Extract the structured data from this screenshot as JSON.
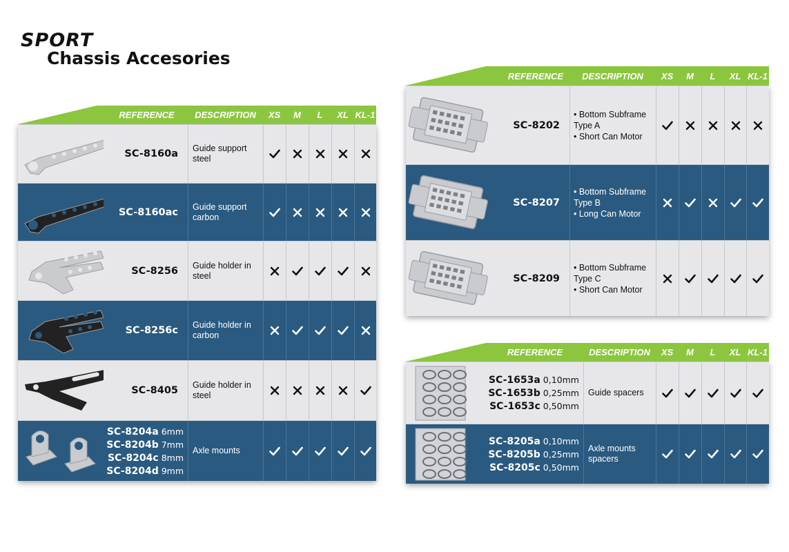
{
  "brand": {
    "line1": "SPORT",
    "line2": "Chassis Accesories"
  },
  "colors": {
    "header_green": "#8cc63f",
    "row_dark": "#2a5a80",
    "row_light": "#e7e7ea"
  },
  "headers": {
    "reference": "REFERENCE",
    "description": "DESCRIPTION",
    "sizes": [
      "XS",
      "M",
      "L",
      "XL",
      "KL-1"
    ]
  },
  "left_table": {
    "rows": [
      {
        "style": "light",
        "image": "steel-guide-support-icon",
        "refs": [
          {
            "code": "SC-8160a",
            "size": ""
          }
        ],
        "desc": [
          "Guide support",
          "steel"
        ],
        "marks": [
          "check",
          "x",
          "x",
          "x",
          "x"
        ]
      },
      {
        "style": "dark",
        "image": "carbon-guide-support-icon",
        "refs": [
          {
            "code": "SC-8160ac",
            "size": ""
          }
        ],
        "desc": [
          "Guide support",
          "carbon"
        ],
        "marks": [
          "check",
          "x",
          "x",
          "x",
          "x"
        ]
      },
      {
        "style": "light",
        "image": "steel-guide-holder-icon",
        "refs": [
          {
            "code": "SC-8256",
            "size": ""
          }
        ],
        "desc": [
          "Guide holder in",
          "steel"
        ],
        "marks": [
          "x",
          "check",
          "check",
          "check",
          "x"
        ]
      },
      {
        "style": "dark",
        "image": "carbon-guide-holder-icon",
        "refs": [
          {
            "code": "SC-8256c",
            "size": ""
          }
        ],
        "desc": [
          "Guide holder in",
          "carbon"
        ],
        "marks": [
          "x",
          "check",
          "check",
          "check",
          "x"
        ]
      },
      {
        "style": "light",
        "image": "guide-holder-long-icon",
        "refs": [
          {
            "code": "SC-8405",
            "size": ""
          }
        ],
        "desc": [
          "Guide holder in",
          "steel"
        ],
        "marks": [
          "x",
          "x",
          "x",
          "x",
          "check"
        ]
      },
      {
        "style": "dark",
        "image": "axle-mounts-icon",
        "refs": [
          {
            "code": "SC-8204a",
            "size": "6mm"
          },
          {
            "code": "SC-8204b",
            "size": "7mm"
          },
          {
            "code": "SC-8204c",
            "size": "8mm"
          },
          {
            "code": "SC-8204d",
            "size": "9mm"
          }
        ],
        "desc": [
          "Axle mounts"
        ],
        "marks": [
          "check",
          "check",
          "check",
          "check",
          "check"
        ]
      }
    ]
  },
  "right_top_table": {
    "rows": [
      {
        "style": "light",
        "image": "subframe-a-icon",
        "refs": [
          {
            "code": "SC-8202",
            "size": ""
          }
        ],
        "desc": [
          "• Bottom Subframe",
          "Type A",
          "• Short Can Motor"
        ],
        "marks": [
          "check",
          "x",
          "x",
          "x",
          "x"
        ]
      },
      {
        "style": "dark",
        "image": "subframe-b-icon",
        "refs": [
          {
            "code": "SC-8207",
            "size": ""
          }
        ],
        "desc": [
          "• Bottom Subframe",
          "Type B",
          "• Long Can Motor"
        ],
        "marks": [
          "x",
          "check",
          "x",
          "check",
          "check"
        ]
      },
      {
        "style": "light",
        "image": "subframe-c-icon",
        "refs": [
          {
            "code": "SC-8209",
            "size": ""
          }
        ],
        "desc": [
          "• Bottom Subframe",
          "Type C",
          "• Short Can Motor"
        ],
        "marks": [
          "x",
          "check",
          "check",
          "check",
          "check"
        ]
      }
    ]
  },
  "right_bottom_table": {
    "rows": [
      {
        "style": "light",
        "image": "guide-spacers-icon",
        "refs": [
          {
            "code": "SC-1653a",
            "size": "0,10mm"
          },
          {
            "code": "SC-1653b",
            "size": "0,25mm"
          },
          {
            "code": "SC-1653c",
            "size": "0,50mm"
          }
        ],
        "desc": [
          "Guide spacers"
        ],
        "marks": [
          "check",
          "check",
          "check",
          "check",
          "check"
        ]
      },
      {
        "style": "dark",
        "image": "axle-spacers-icon",
        "refs": [
          {
            "code": "SC-8205a",
            "size": "0,10mm"
          },
          {
            "code": "SC-8205b",
            "size": "0,25mm"
          },
          {
            "code": "SC-8205c",
            "size": "0,50mm"
          }
        ],
        "desc": [
          "Axle mounts",
          "spacers"
        ],
        "marks": [
          "check",
          "check",
          "check",
          "check",
          "check"
        ]
      }
    ]
  }
}
